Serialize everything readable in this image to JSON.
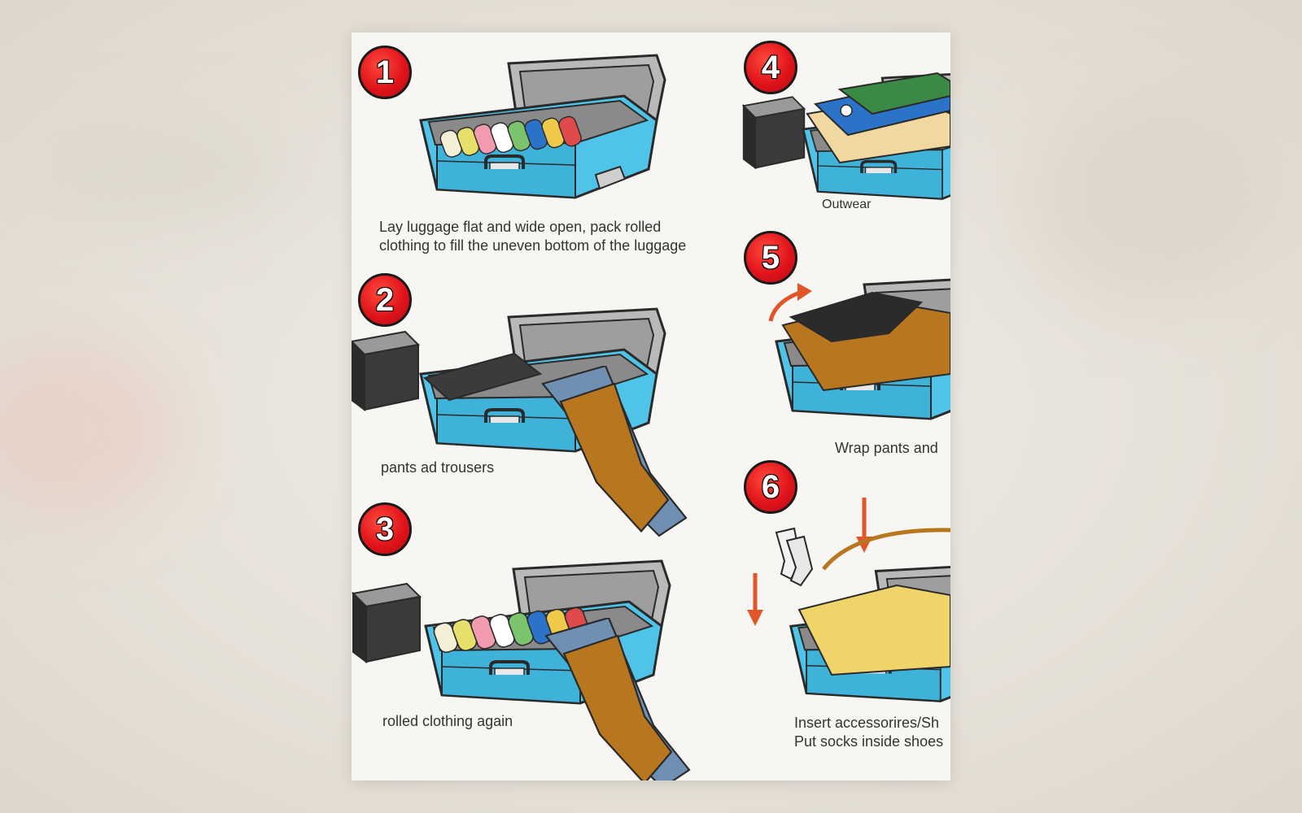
{
  "steps": [
    {
      "number": "1",
      "caption_lines": [
        "Lay luggage flat and wide open, pack rolled",
        "clothing to fill the uneven bottom of the luggage"
      ]
    },
    {
      "number": "2",
      "caption_lines": [
        "pants ad trousers"
      ]
    },
    {
      "number": "3",
      "caption_lines": [
        "rolled clothing again"
      ]
    },
    {
      "number": "4",
      "caption_lines": [
        "Outwear"
      ]
    },
    {
      "number": "5",
      "caption_lines": [
        "Wrap pants and"
      ]
    },
    {
      "number": "6",
      "caption_lines": [
        "Insert accessorires/Sh",
        "Put socks inside shoes"
      ]
    }
  ],
  "colors": {
    "suitcase_blue": "#4fc3e8",
    "suitcase_outline": "#2a2a2a",
    "lid_gray": "#b9b9b9",
    "pants_brown": "#b8771f",
    "pants_denim": "#6f8fb3",
    "badge_red": "#e0141b",
    "arrow_orange": "#e0552a"
  }
}
